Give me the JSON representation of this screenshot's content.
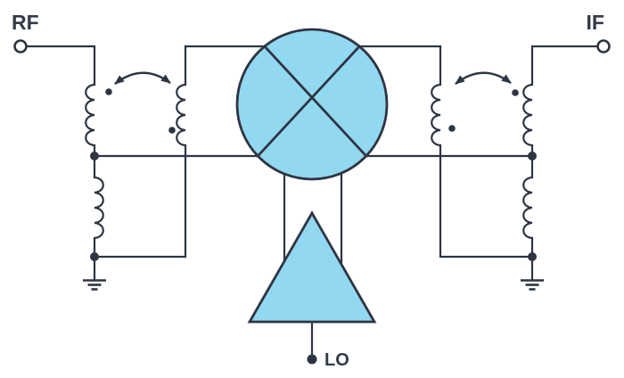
{
  "diagram": {
    "type": "circuit-schematic",
    "labels": {
      "rf": "RF",
      "if": "IF",
      "lo": "LO"
    },
    "colors": {
      "line": "#2e3542",
      "fill": "#93d8f1",
      "text": "#333b49",
      "background": "#ffffff"
    },
    "components": [
      "rf-input-terminal",
      "rf-balun-transformer",
      "coupling-arrow-left",
      "mixer-multiplier",
      "coupling-arrow-right",
      "if-balun-transformer",
      "if-output-terminal",
      "lo-buffer-amplifier",
      "lo-input-node",
      "ground-left",
      "ground-right"
    ]
  }
}
